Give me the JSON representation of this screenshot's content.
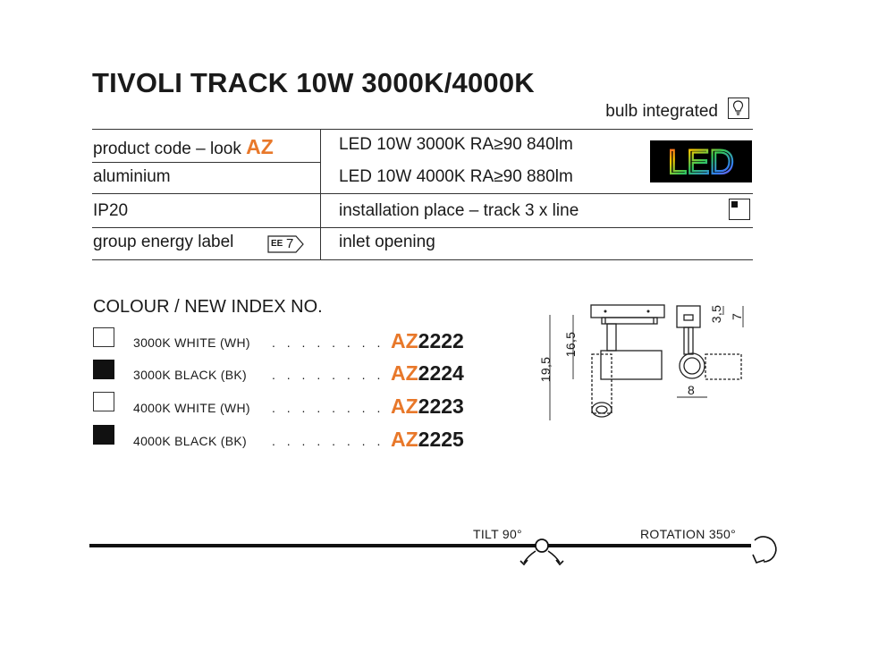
{
  "title": "TIVOLI TRACK 10W 3000K/4000K",
  "bulb_text": "bulb integrated",
  "specs": {
    "product_code_label": "product code – look",
    "product_code_prefix": "AZ",
    "material": "aluminium",
    "ip": "IP20",
    "energy_label": "group energy label",
    "energy_class": "7",
    "energy_prefix": "EE",
    "led1": "LED 10W 3000K RA≥90 840lm",
    "led2": "LED 10W 4000K RA≥90 880lm",
    "installation": "installation place – track 3 x line",
    "inlet": "inlet opening",
    "led_badge": "LED"
  },
  "colour_heading": "COLOUR / NEW INDEX NO.",
  "variants": [
    {
      "label": "3000K WHITE (WH)",
      "prefix": "AZ",
      "number": "2222",
      "swatch": "#ffffff"
    },
    {
      "label": "3000K BLACK (BK)",
      "prefix": "AZ",
      "number": "2224",
      "swatch": "#111111"
    },
    {
      "label": "4000K WHITE (WH)",
      "prefix": "AZ",
      "number": "2223",
      "swatch": "#ffffff"
    },
    {
      "label": "4000K BLACK (BK)",
      "prefix": "AZ",
      "number": "2225",
      "swatch": "#111111"
    }
  ],
  "dots": ". . . . . . . . . .",
  "dimensions": {
    "height_total": "19,5",
    "height_arm": "16,5",
    "adapter_h": "3,5",
    "adapter_total": "7",
    "diameter": "8"
  },
  "tilt": "TILT 90°",
  "rotation": "ROTATION 350°",
  "colors": {
    "accent": "#e8782a",
    "text": "#1a1a1a"
  }
}
